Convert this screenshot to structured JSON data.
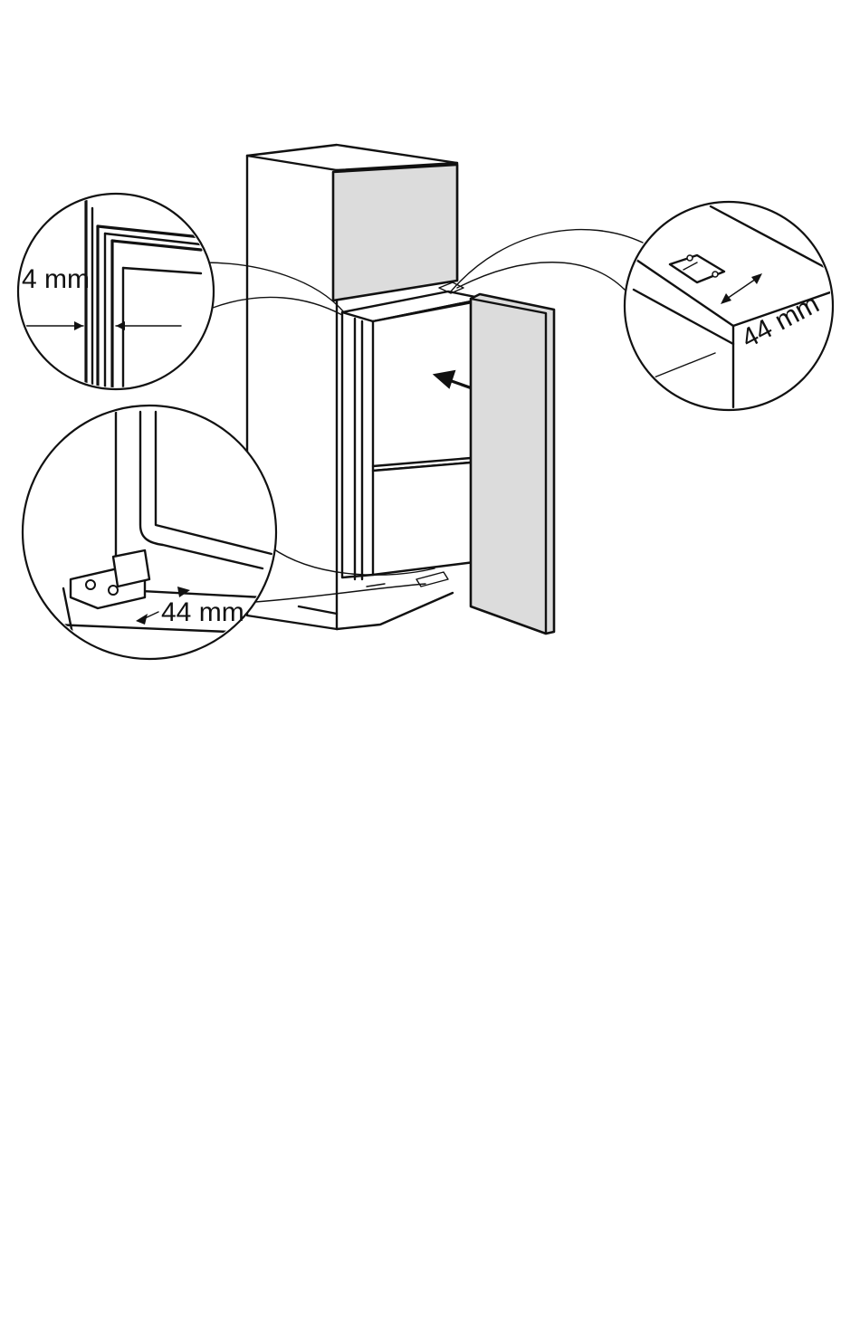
{
  "diagram": {
    "labels": {
      "gap_top_left": "4 mm",
      "hinge_bottom": "44 mm",
      "hinge_top": "44 mm"
    },
    "colors": {
      "line": "#111111",
      "panel_fill": "#dcdcdc",
      "background": "#ffffff"
    }
  }
}
